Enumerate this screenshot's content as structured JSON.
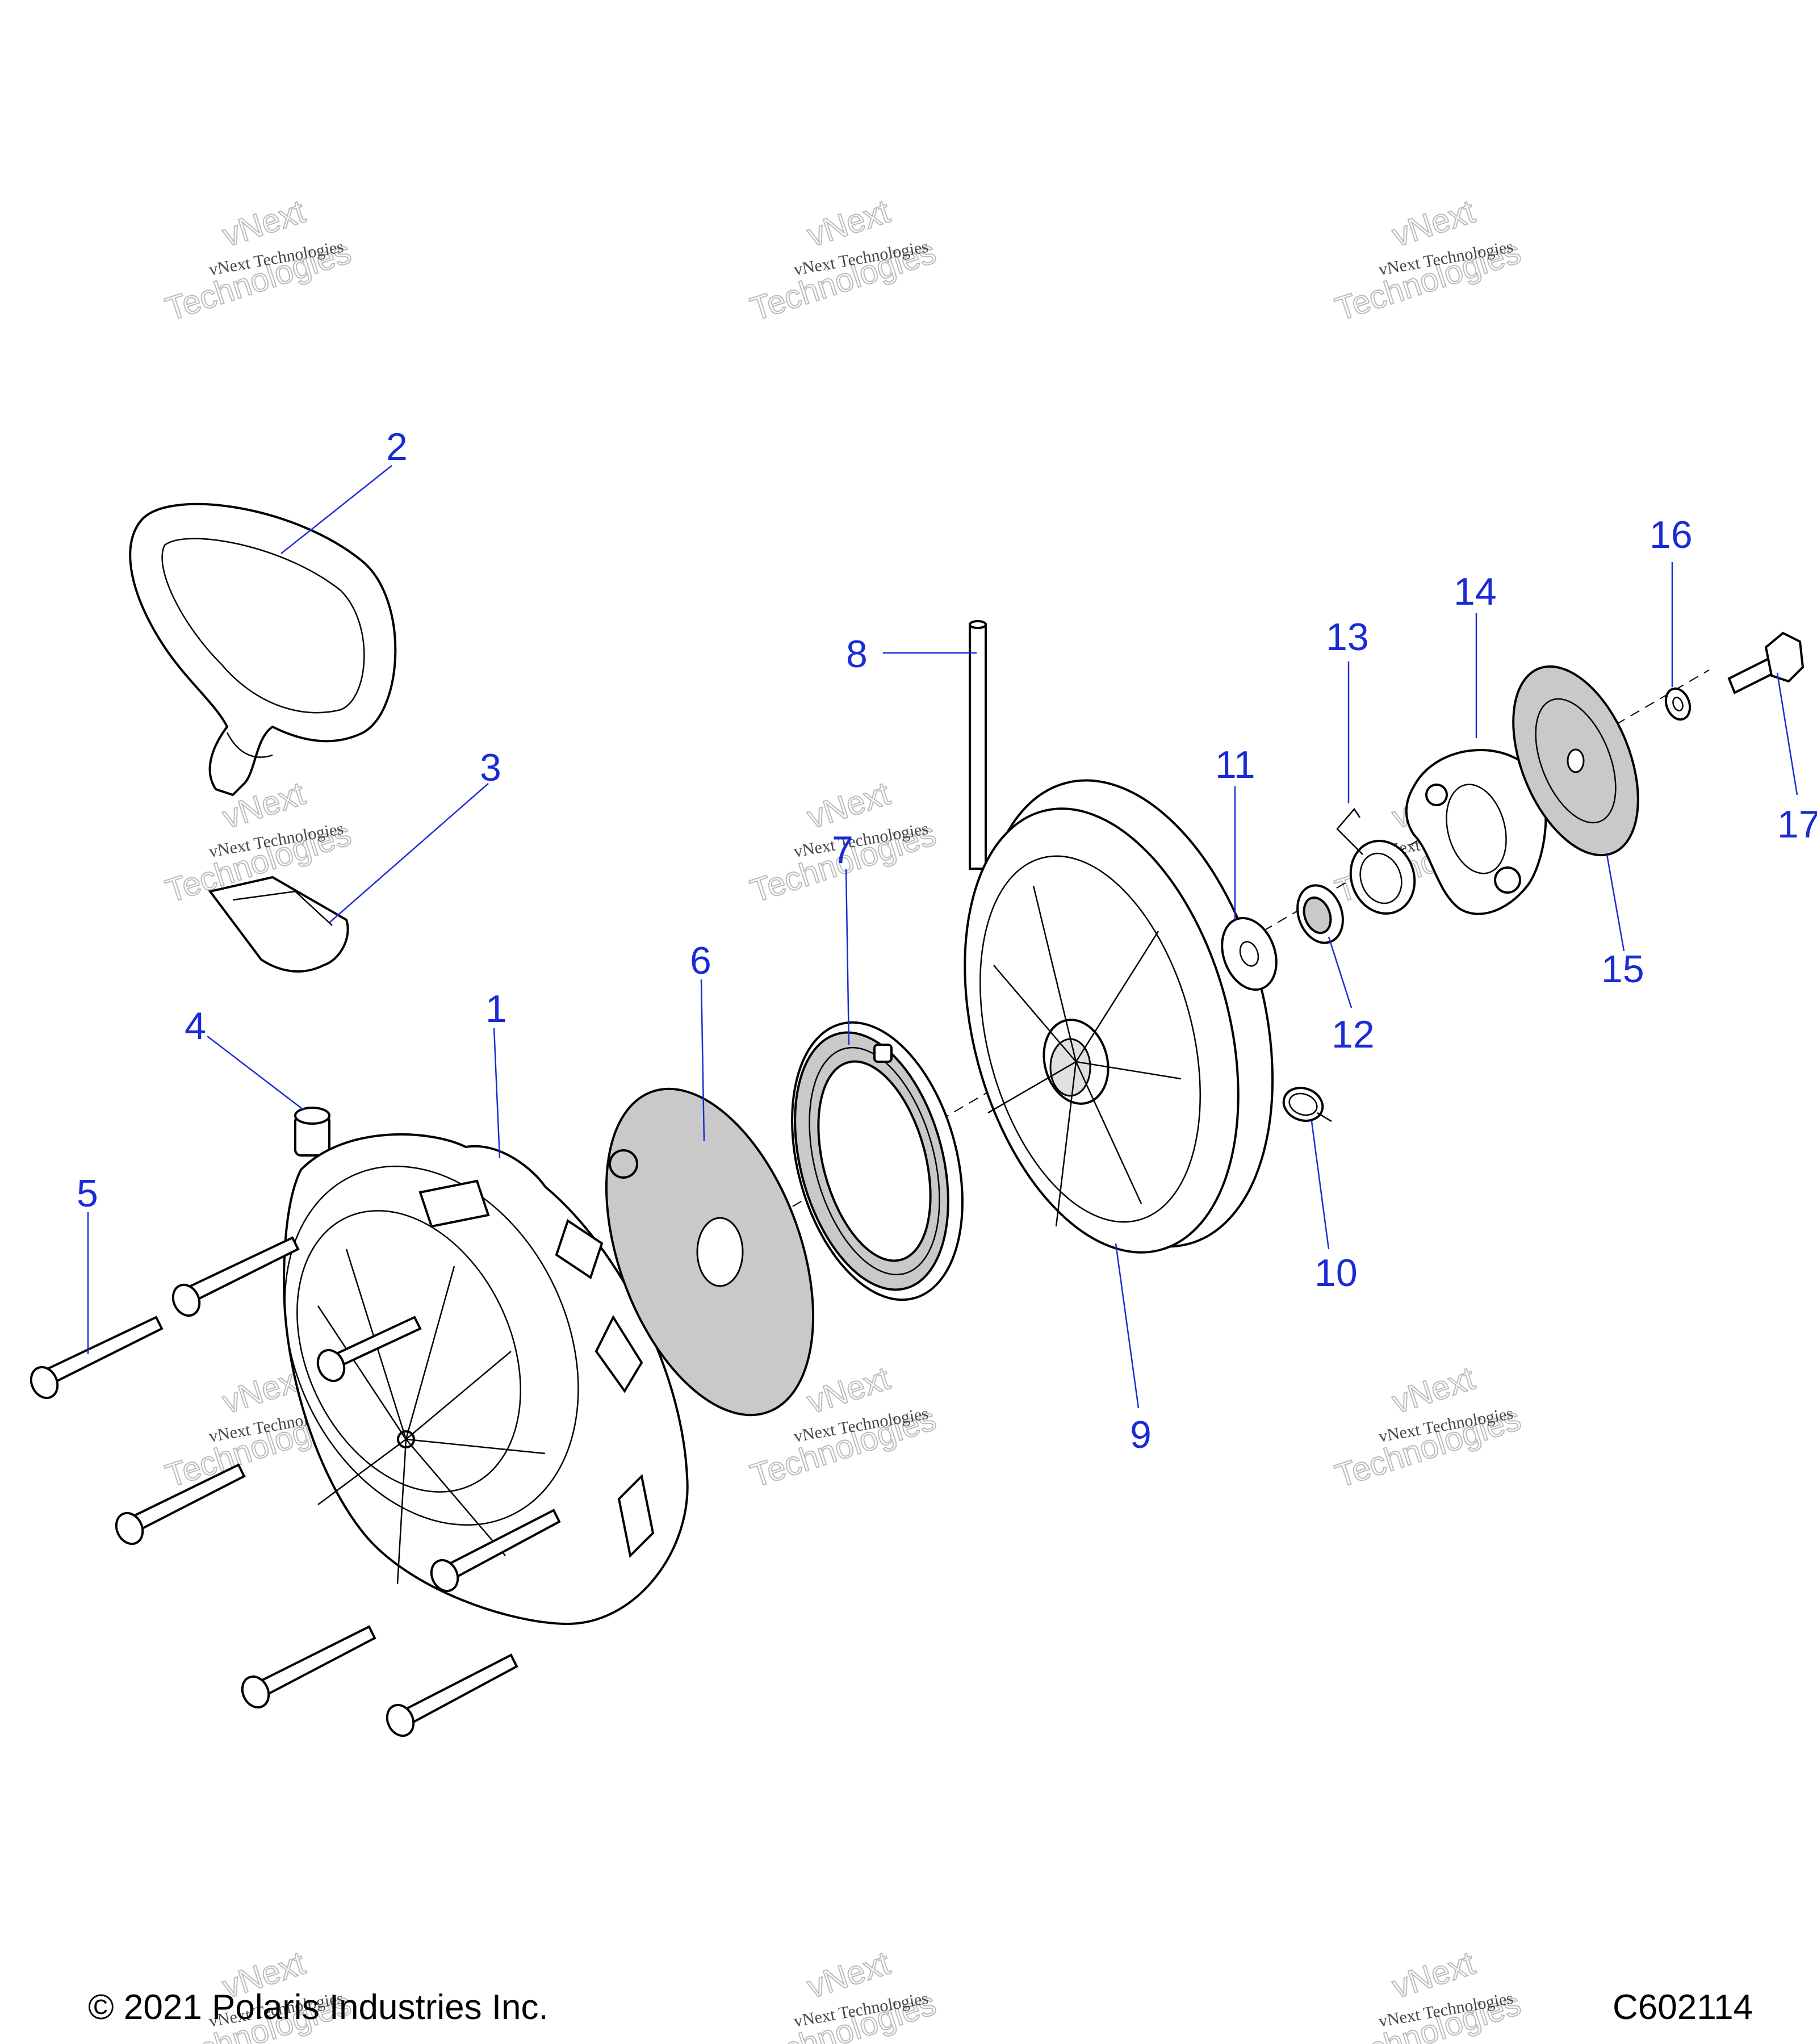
{
  "watermark": {
    "line1": "vNext Technologies",
    "line2": "vNext",
    "line3": "Technologies"
  },
  "callouts": [
    "1",
    "2",
    "3",
    "4",
    "5",
    "6",
    "7",
    "8",
    "9",
    "10",
    "11",
    "12",
    "13",
    "14",
    "15",
    "16",
    "17"
  ],
  "footer": {
    "copyright": "© 2021 Polaris Industries Inc.",
    "figure_id": "C602114"
  }
}
